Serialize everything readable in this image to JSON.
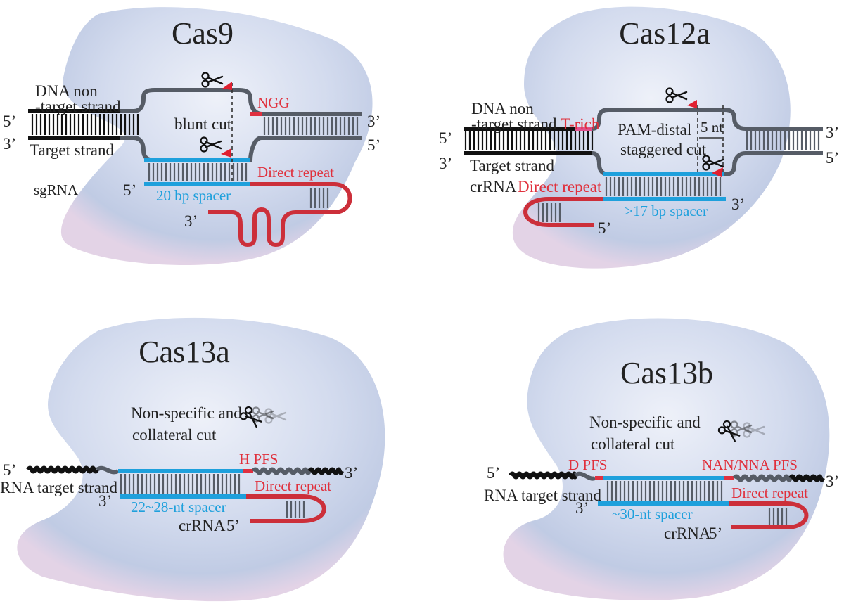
{
  "colors": {
    "blob_light": "#eceff8",
    "blob_mid": "#c6d0e6",
    "blob_pink": "#e8d6e8",
    "dna": "#111111",
    "gray_strand": "#565c66",
    "spacer": "#1ea0dc",
    "repeat": "#cc2f3a",
    "pam": "#e03040",
    "trich": "#e0508c"
  },
  "cas9": {
    "title": "Cas9",
    "nontarget_1": "DNA non",
    "nontarget_2": "-target strand",
    "target": "Target strand",
    "nt_5": "5’",
    "nt_3": "3’",
    "t_3": "3’",
    "t_5": "5’",
    "blunt": "blunt cut",
    "pam": "NGG",
    "sgrna": "sgRNA",
    "sg_5": "5’",
    "sg_3": "3’",
    "spacer": "20 bp spacer",
    "repeat": "Direct repeat"
  },
  "cas12a": {
    "title": "Cas12a",
    "nontarget_1": "DNA non",
    "nontarget_2": "-target strand",
    "trich": "T-rich",
    "target": "Target strand",
    "nt_5": "5’",
    "nt_3": "3’",
    "t_3": "3’",
    "t_5": "5’",
    "pam_distal": "PAM-distal",
    "staggered": "staggered cut",
    "nt5": "5 nt",
    "crrna": "crRNA",
    "repeat": "Direct repeat",
    "spacer": ">17 bp spacer",
    "cr_3": "3’",
    "cr_5": "5’"
  },
  "cas13a": {
    "title": "Cas13a",
    "collateral_1": "Non-specific and",
    "collateral_2": "collateral cut",
    "rna_5": "5’",
    "rna_3": "3’",
    "pfs": "H PFS",
    "rna_target": "RNA target strand",
    "cr_3": "3’",
    "spacer": "22~28-nt spacer",
    "repeat": "Direct repeat",
    "crrna": "crRNA",
    "cr_5": "5’"
  },
  "cas13b": {
    "title": "Cas13b",
    "collateral_1": "Non-specific and",
    "collateral_2": "collateral cut",
    "rna_5": "5’",
    "rna_3": "3’",
    "dpfs": "D PFS",
    "napfs": "NAN/NNA PFS",
    "rna_target": "RNA target strand",
    "cr_3": "3’",
    "spacer": "~30-nt spacer",
    "repeat": "Direct repeat",
    "crrna": "crRNA",
    "cr_5": "5’"
  }
}
